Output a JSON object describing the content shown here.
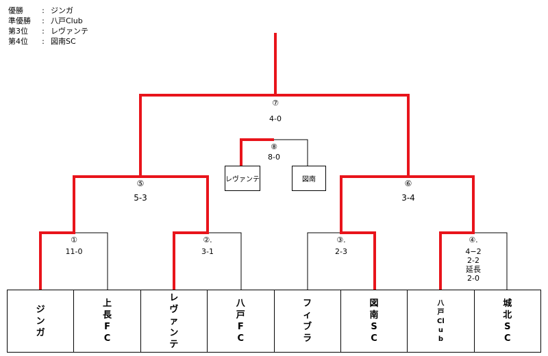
{
  "results": [
    {
      "label": "優勝",
      "sep": ":",
      "value": "ジンガ"
    },
    {
      "label": "準優勝",
      "sep": ":",
      "value": "八戸Club"
    },
    {
      "label": "第3位",
      "sep": ":",
      "value": "レヴァンテ"
    },
    {
      "label": "第4位",
      "sep": ":",
      "value": "図南SC"
    }
  ],
  "matches": {
    "m1": {
      "number": "①",
      "score": "11-0"
    },
    "m2": {
      "number": "②.",
      "score": "3-1"
    },
    "m3": {
      "number": "③.",
      "score": "2-3"
    },
    "m4": {
      "number": "④.",
      "score_lines": [
        "4−2",
        "2-2",
        "延長",
        "2-0"
      ]
    },
    "m5": {
      "number": "⑤",
      "score": "5-3"
    },
    "m6": {
      "number": "⑥",
      "score": "3-4"
    },
    "m7": {
      "number": "⑦",
      "score": "4-0"
    },
    "m8": {
      "number": "⑧",
      "score": "8-0"
    }
  },
  "third_place": {
    "left": "レヴァンテ",
    "right": "図南"
  },
  "teams": [
    "ジンガ",
    "上長FC",
    "レヴァンテ",
    "八戸FC",
    "フィブラ",
    "図南SC",
    "八戸Club",
    "城北SC"
  ],
  "colors": {
    "winner_line": "#e8141b",
    "line": "#000000"
  }
}
